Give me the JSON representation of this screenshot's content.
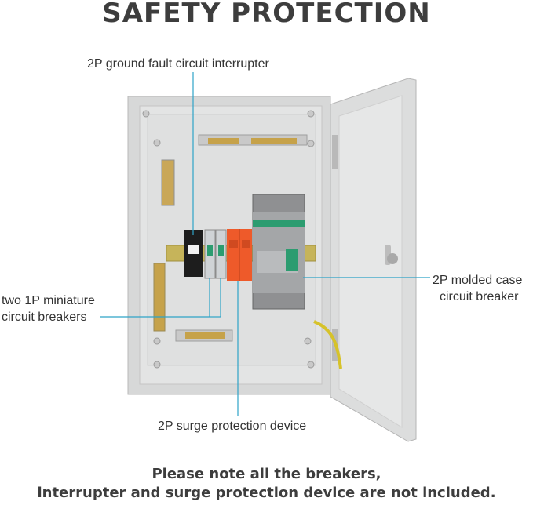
{
  "title": "SAFETY PROTECTION",
  "callouts": {
    "gfci": "2P ground fault circuit interrupter",
    "mcb_line1": "two 1P miniature",
    "mcb_line2": "circuit breakers",
    "mccb_line1": "2P molded case",
    "mccb_line2": "circuit breaker",
    "spd": "2P surge protection device"
  },
  "note": {
    "line1": "Please note all the breakers,",
    "line2": "interrupter and surge protection device are not included."
  },
  "colors": {
    "leader_line": "#2ea3c7",
    "cabinet": "#dcdcdc",
    "surge_device": "#ee5a2a",
    "breaker_green": "#2c9c70"
  }
}
